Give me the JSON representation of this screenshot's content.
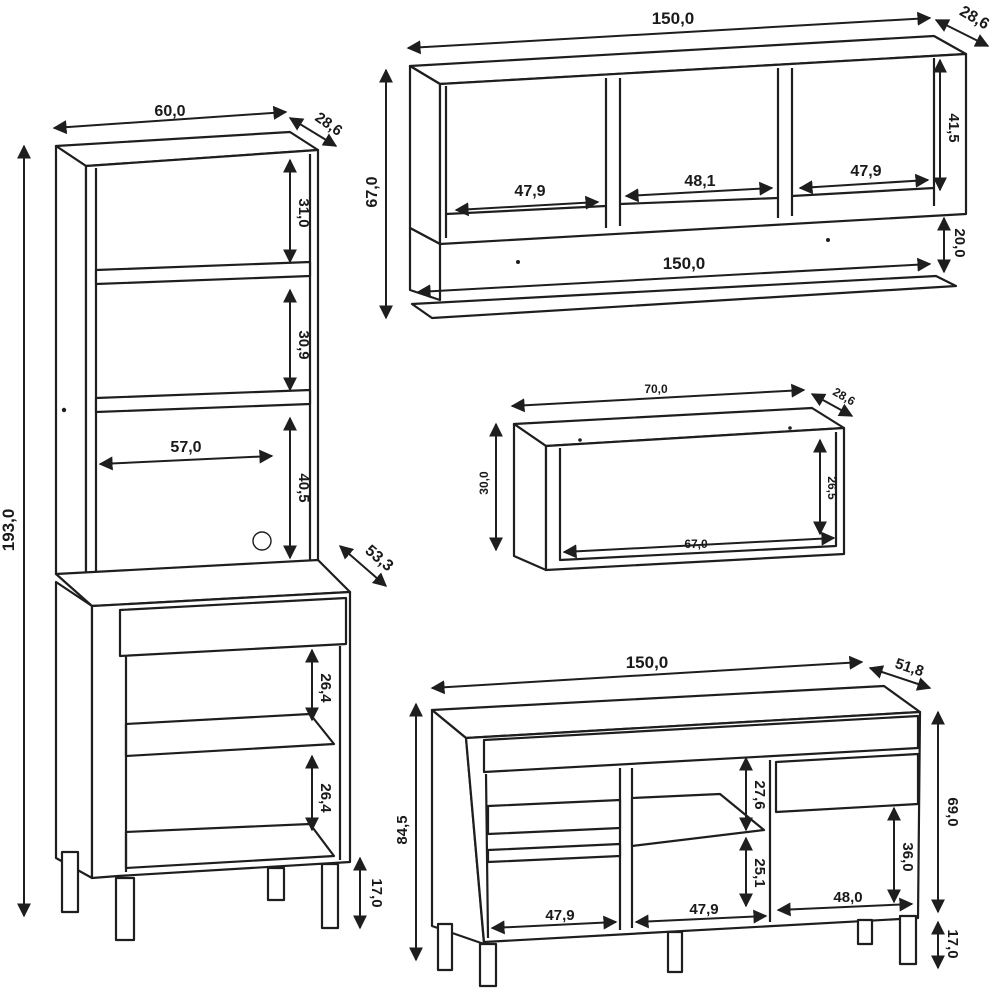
{
  "tall_unit": {
    "width": "60,0",
    "depth_top": "28,6",
    "height_total": "193,0",
    "depth_base": "53,3",
    "shelf_1": "31,0",
    "shelf_2": "30,9",
    "shelf_3": "40,5",
    "inner_width": "57,0",
    "lower_1": "26,4",
    "lower_2": "26,4",
    "foot": "17,0"
  },
  "wall_unit": {
    "width": "150,0",
    "depth": "28,6",
    "height": "67,0",
    "niche_1": "47,9",
    "niche_2": "48,1",
    "niche_3": "47,9",
    "niche_height": "41,5",
    "rail_gap": "20,0",
    "shelf_width": "150,0"
  },
  "niche_unit": {
    "width": "70,0",
    "depth": "28,6",
    "height": "30,0",
    "inner_height": "26,5",
    "inner_width": "67,0"
  },
  "base_unit": {
    "width": "150,0",
    "depth": "51,8",
    "height_total": "84,5",
    "height_body": "69,0",
    "left_shelf_1": "27,6",
    "left_shelf_2": "25,1",
    "right_inner": "36,0",
    "inner_w1": "47,9",
    "inner_w2": "47,9",
    "inner_w3": "48,0",
    "foot": "17,0"
  }
}
